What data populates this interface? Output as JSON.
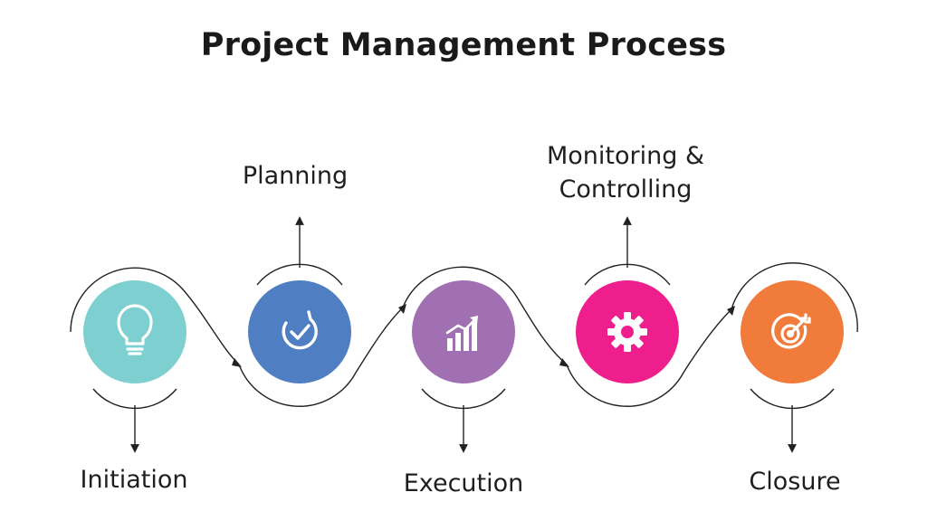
{
  "title": "Project Management Process",
  "colors": {
    "initiation": "#7dcfd0",
    "planning": "#4f7fc2",
    "execution": "#a070b3",
    "monitoring": "#ee1f8c",
    "closure": "#f07b3a",
    "connector": "#222222"
  },
  "stages": [
    {
      "label": "Initiation",
      "icon": "lightbulb-icon"
    },
    {
      "label": "Planning",
      "icon": "check-cycle-icon"
    },
    {
      "label": "Execution",
      "icon": "bar-chart-growth-icon"
    },
    {
      "label": "Monitoring & Controlling",
      "label_line1": "Monitoring &",
      "label_line2": "Controlling",
      "icon": "gear-icon"
    },
    {
      "label": "Closure",
      "icon": "target-icon"
    }
  ]
}
